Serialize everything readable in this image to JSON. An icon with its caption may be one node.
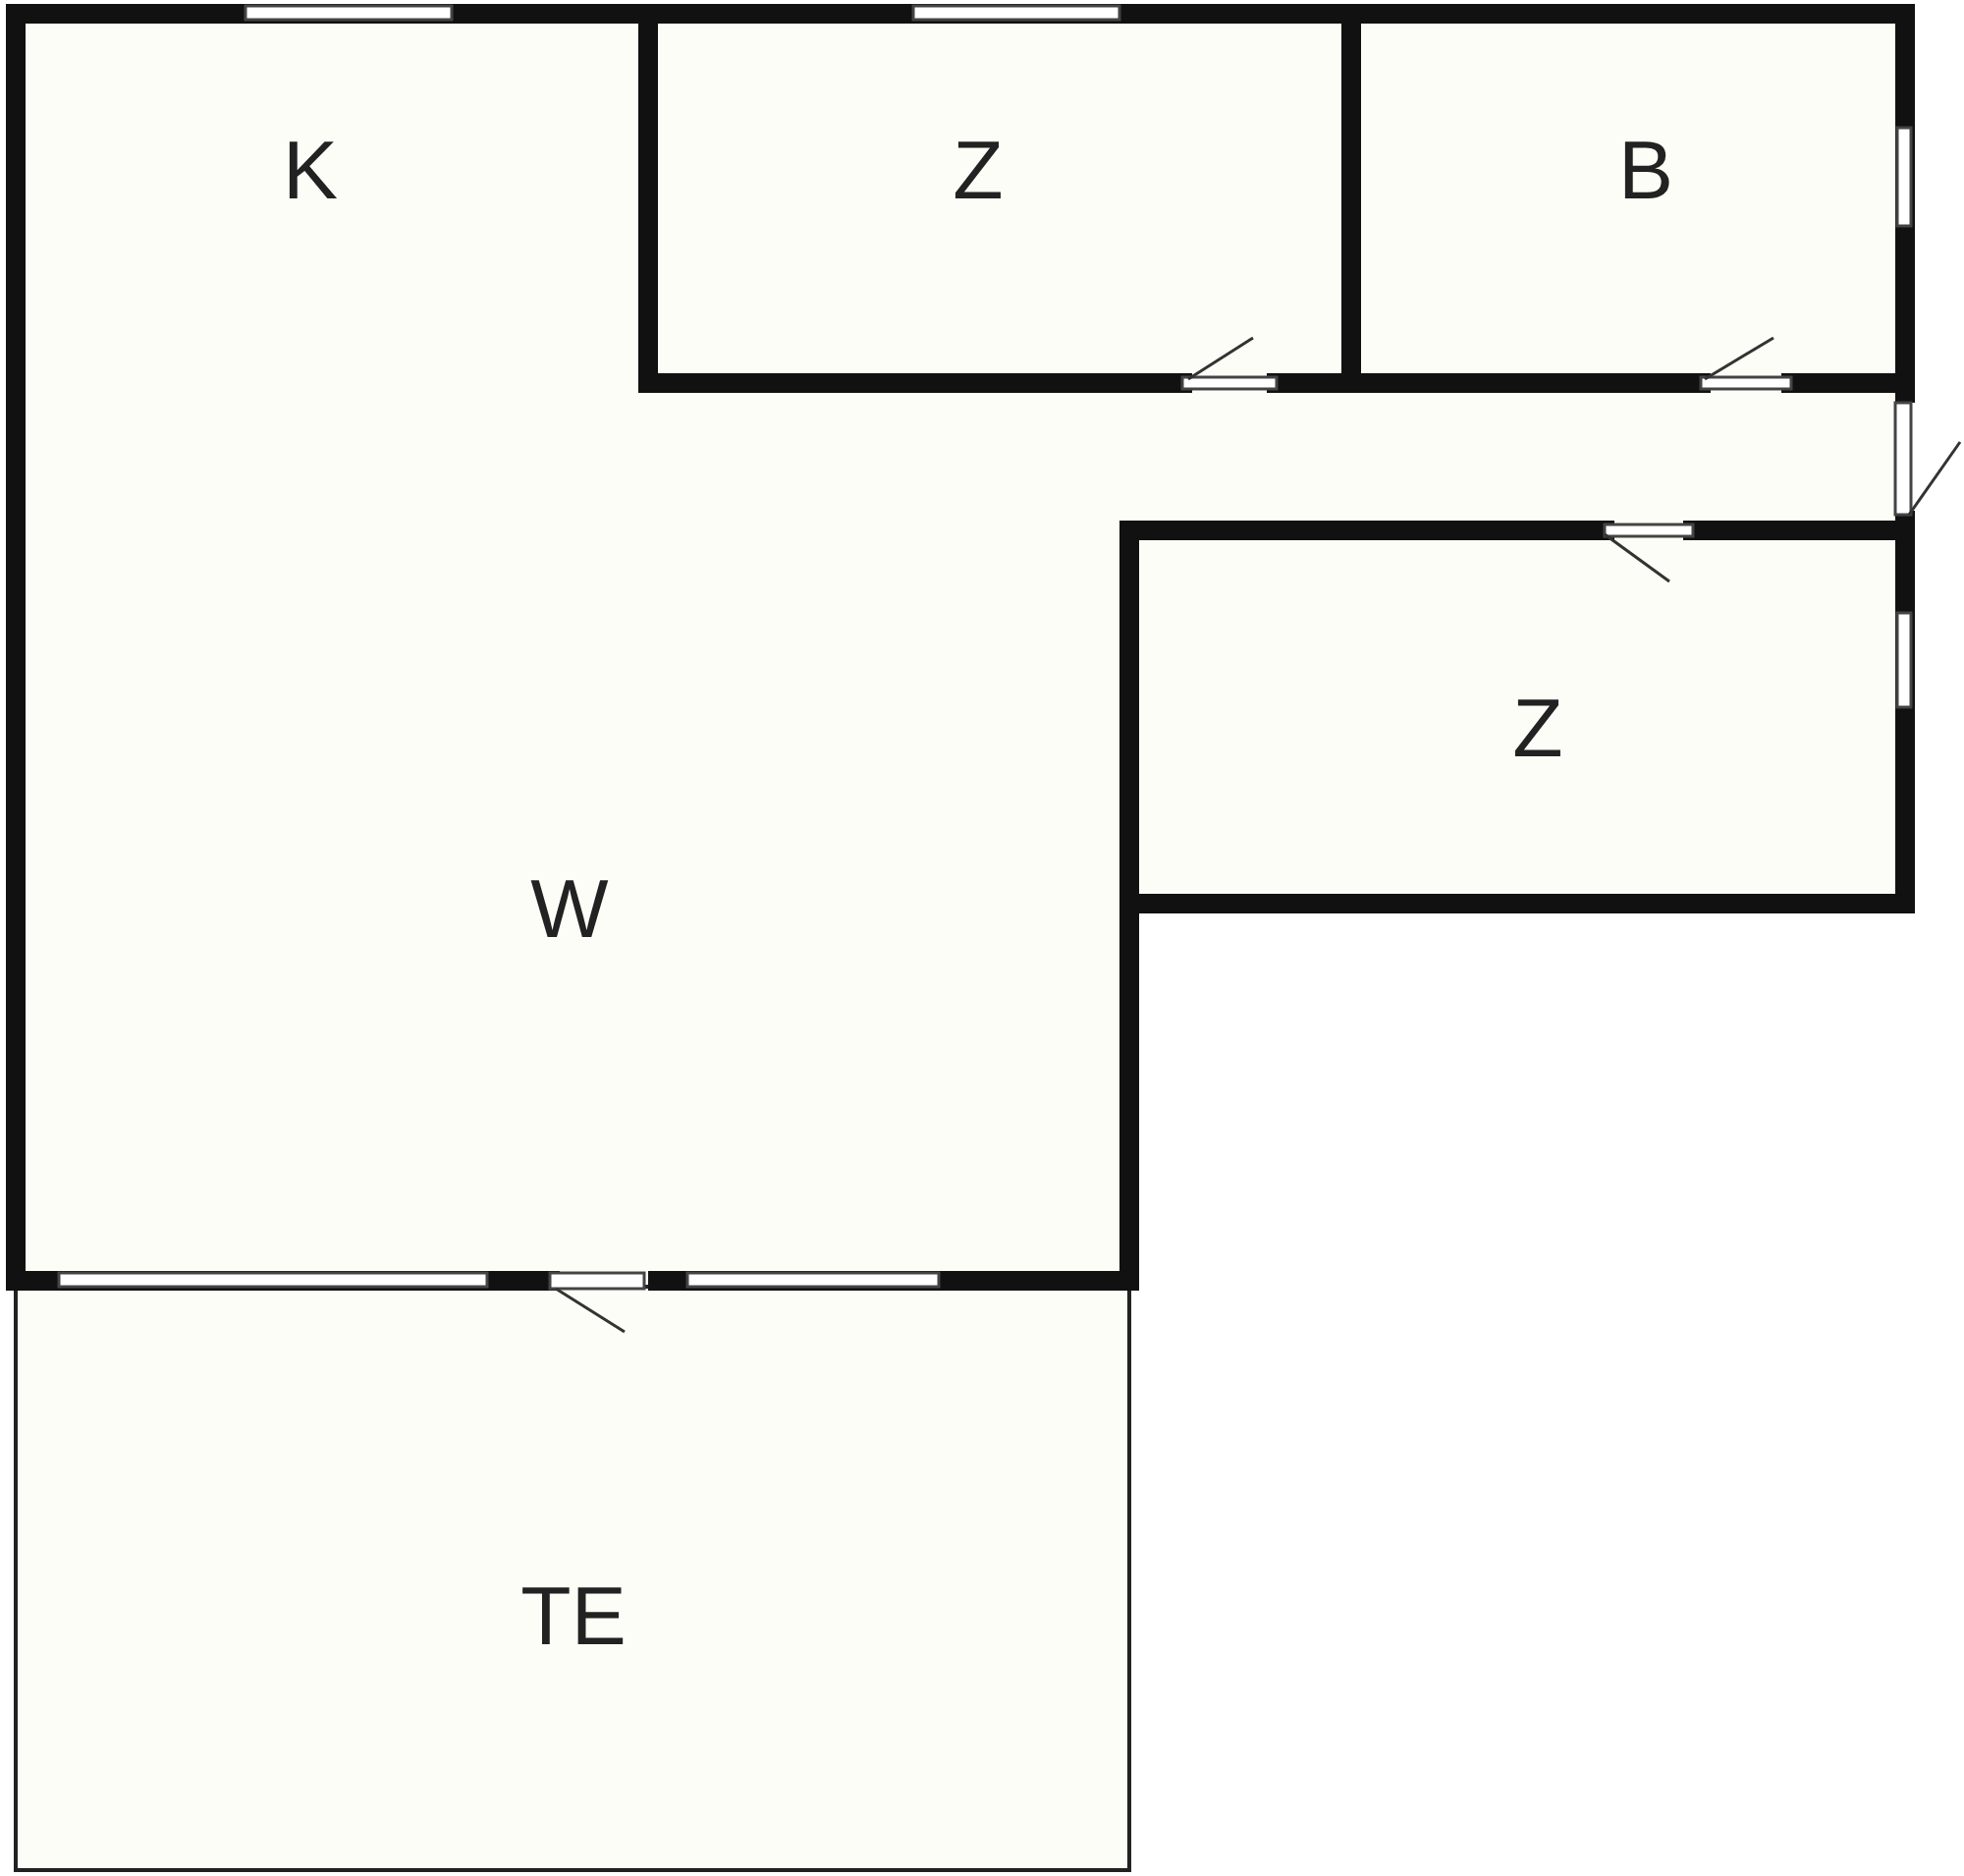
{
  "diagram": {
    "labels": [
      "K",
      "Z",
      "B",
      "Z",
      "W",
      "TE"
    ]
  }
}
